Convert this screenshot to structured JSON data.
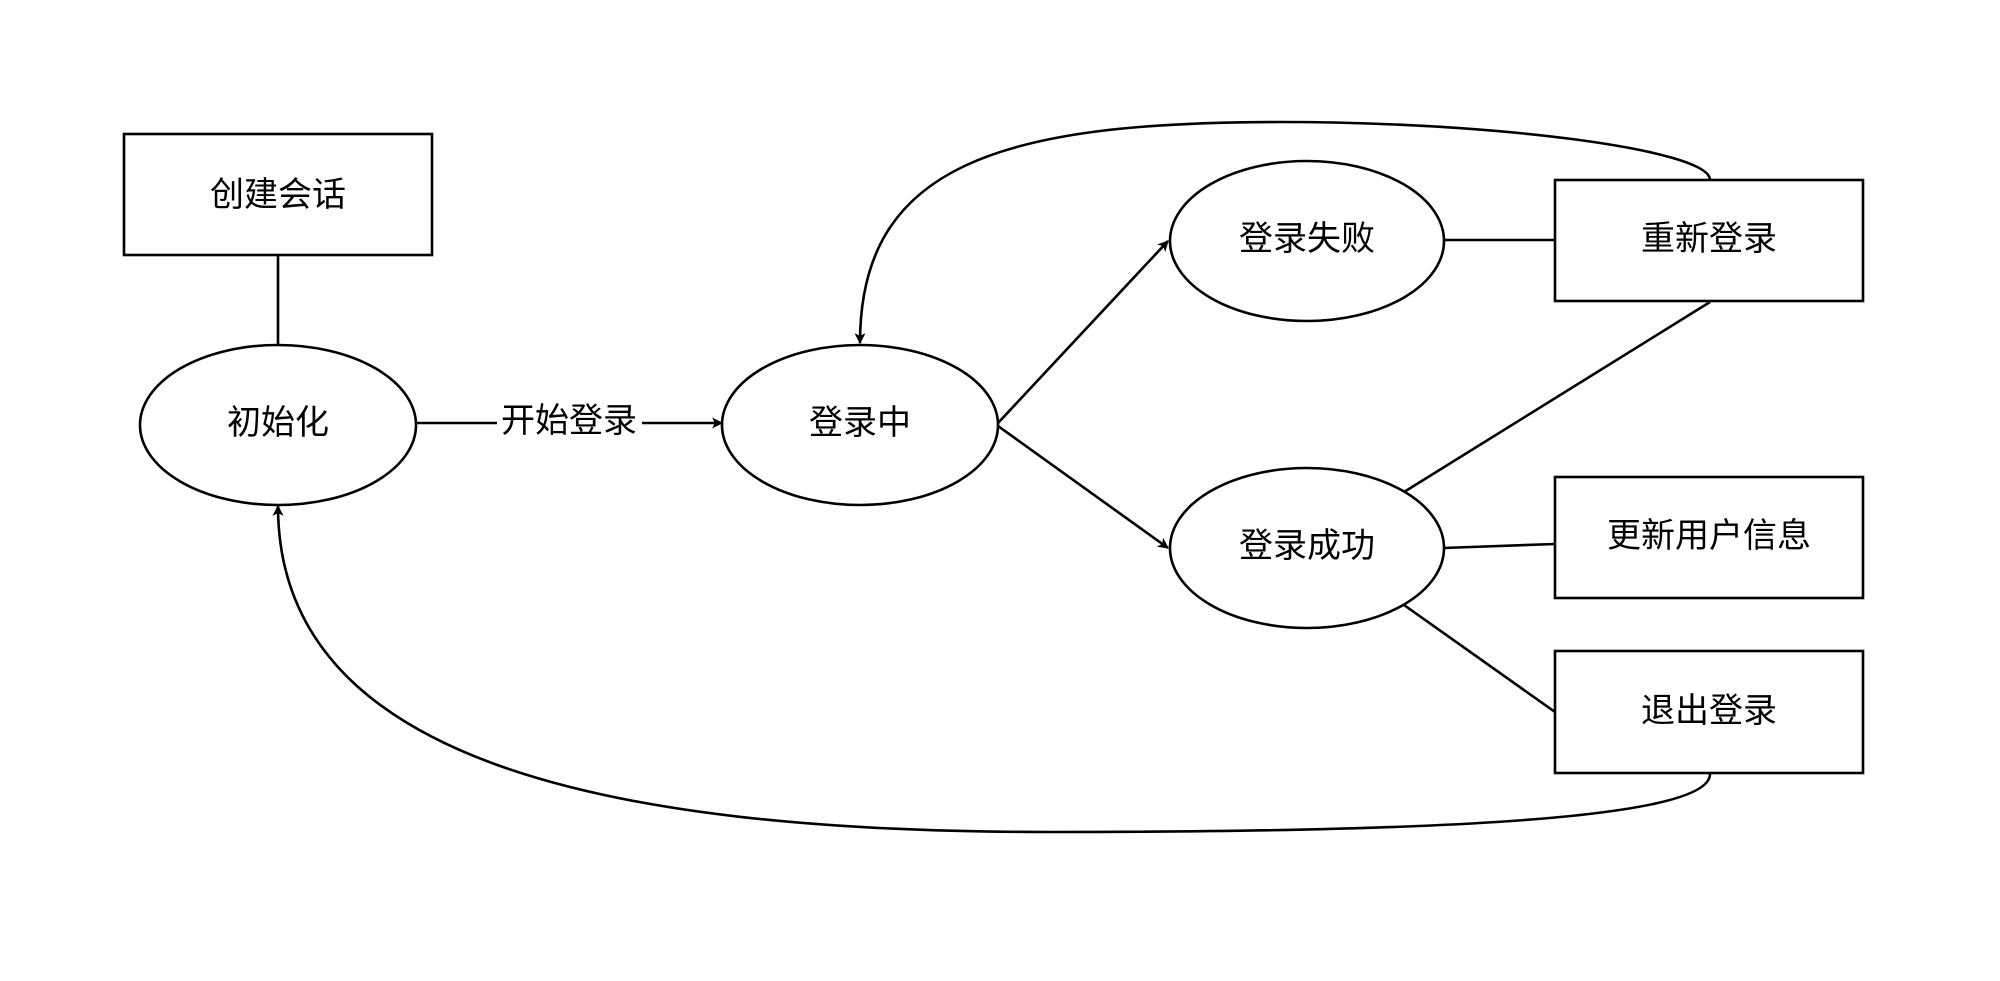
{
  "nodes": {
    "create_session": "创建会话",
    "init": "初始化",
    "logging_in": "登录中",
    "login_failed": "登录失败",
    "login_success": "登录成功",
    "relogin": "重新登录",
    "update_user_info": "更新用户信息",
    "logout": "退出登录"
  },
  "edges": {
    "start_login": "开始登录"
  },
  "colors": {
    "stroke": "#000000",
    "fill": "#ffffff"
  }
}
